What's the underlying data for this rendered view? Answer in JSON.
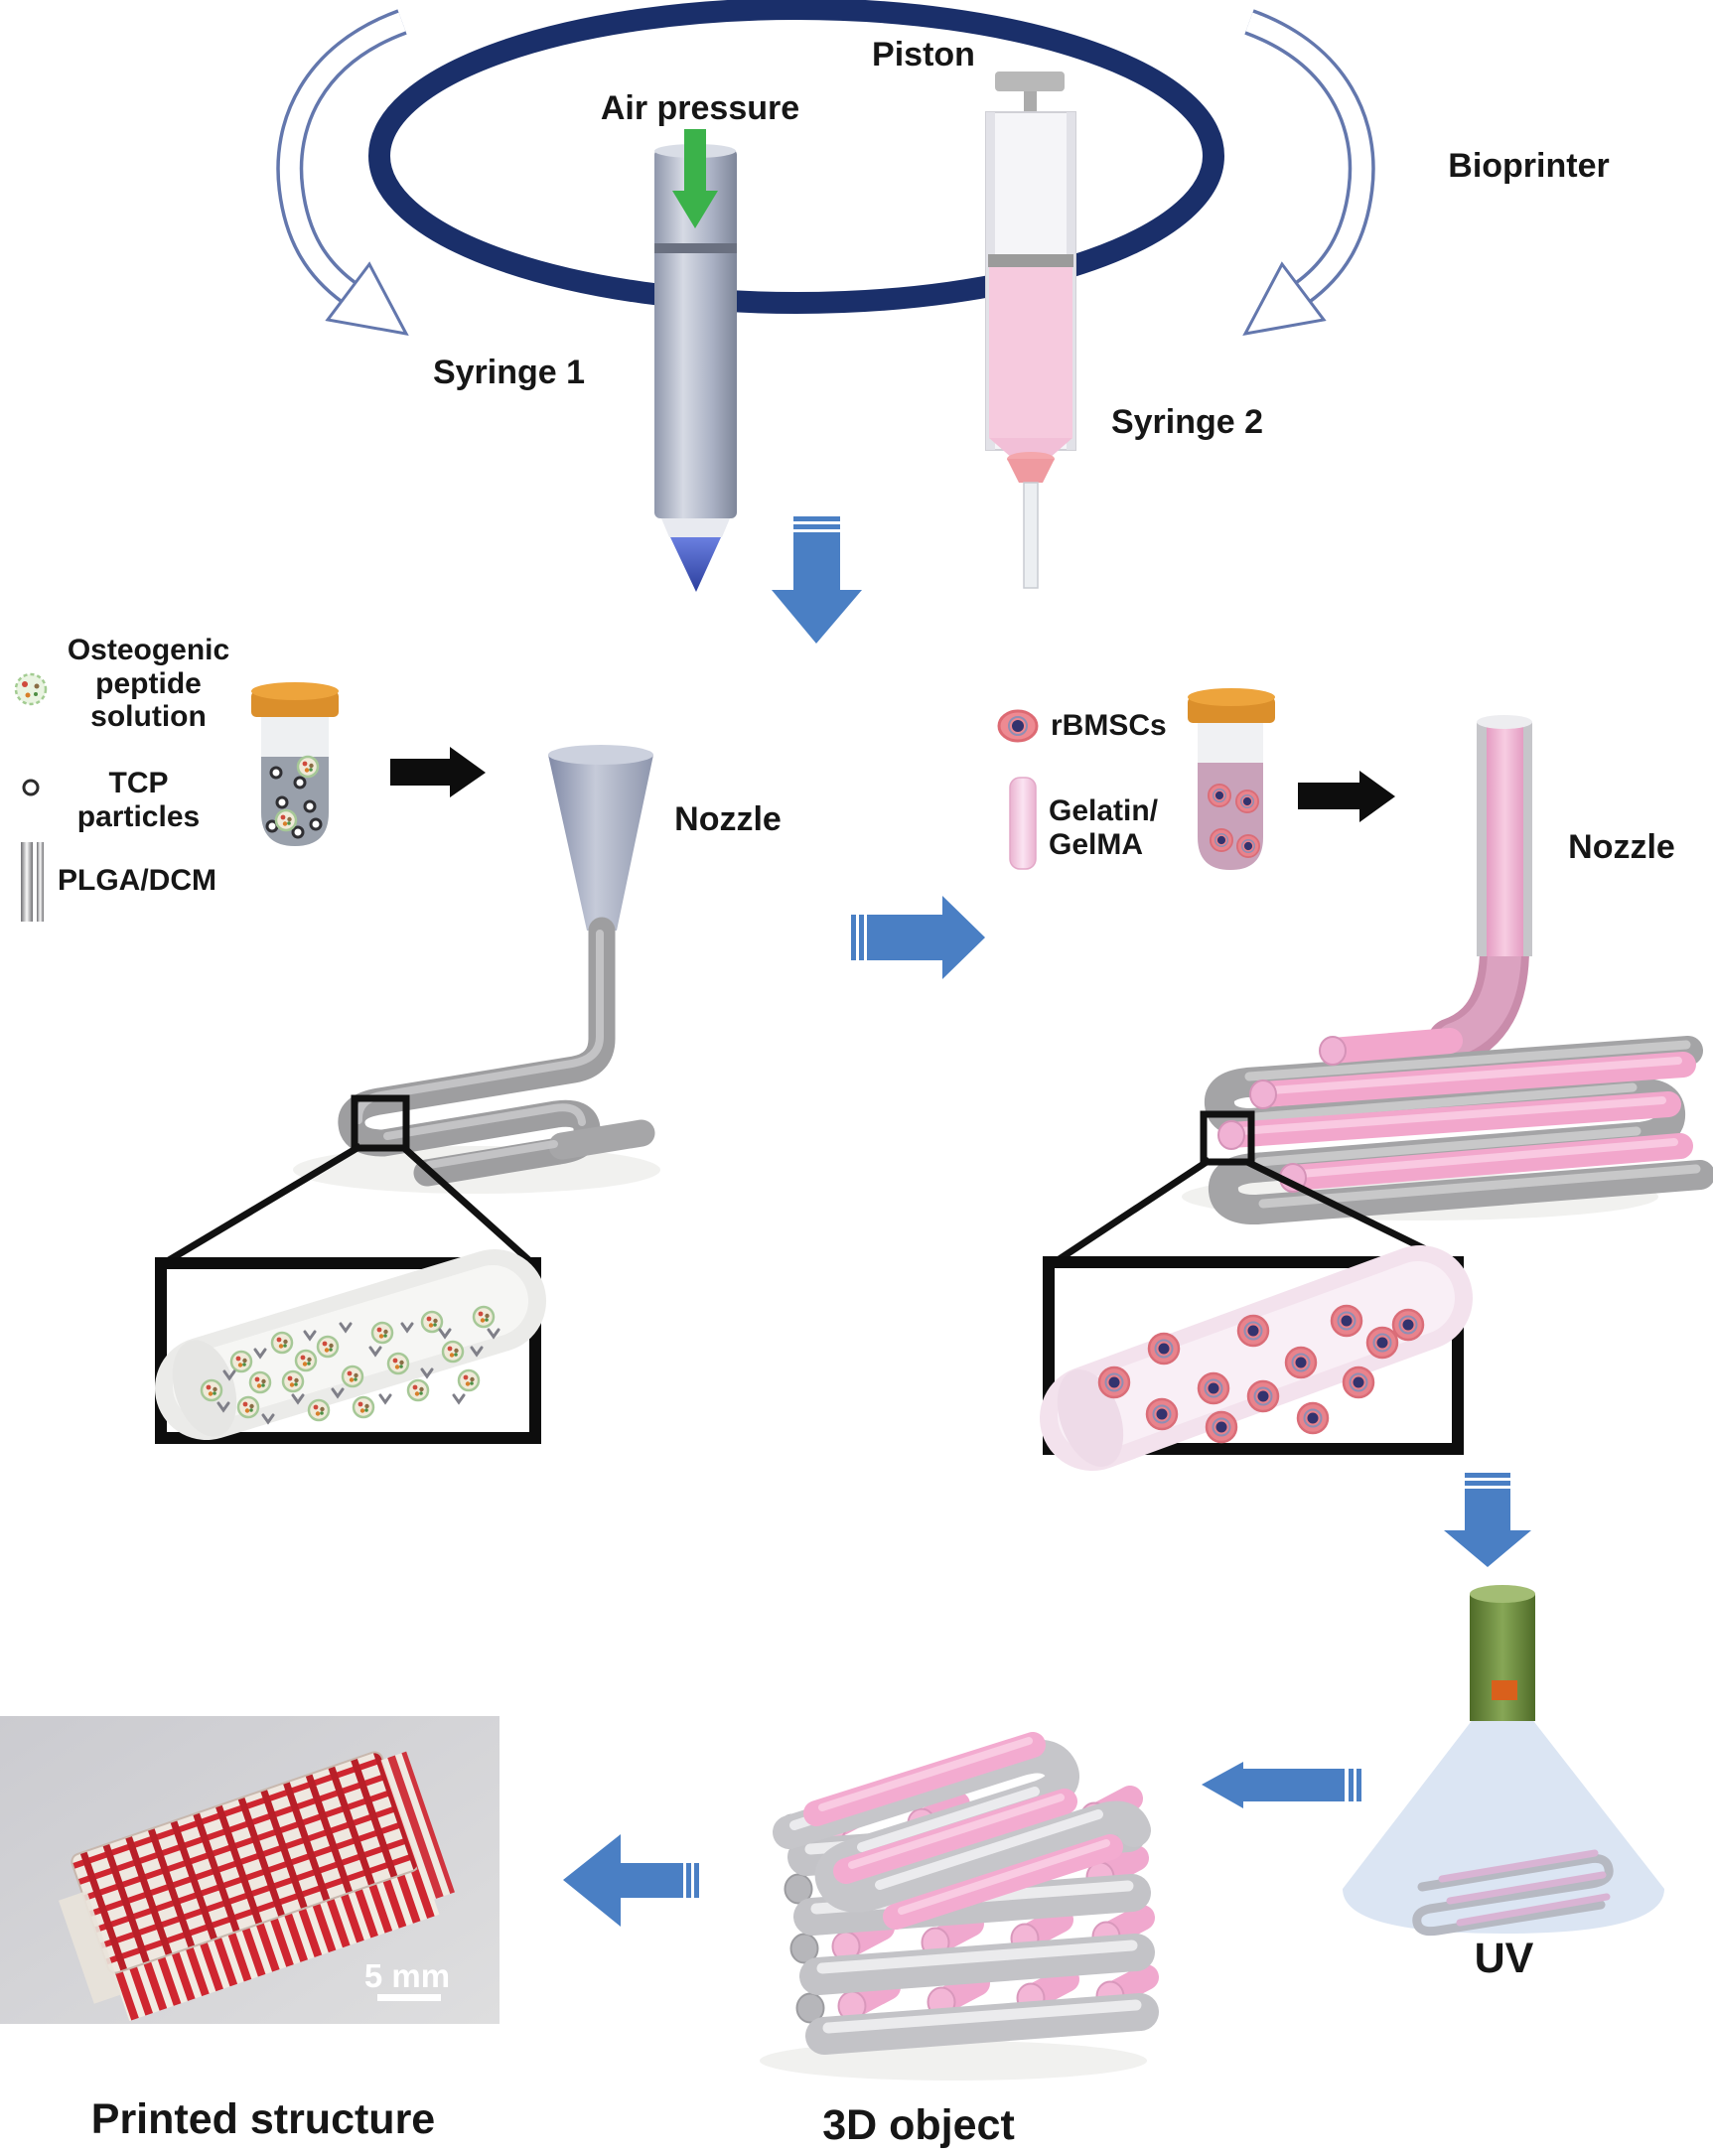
{
  "figure": {
    "bioprinter": {
      "title": "Bioprinter",
      "piston_label": "Piston",
      "air_pressure_label": "Air pressure",
      "syringe1_label": "Syringe 1",
      "syringe2_label": "Syringe 2"
    },
    "left_process": {
      "legend_peptide": "Osteogenic\npeptide\nsolution",
      "legend_tcp": "TCP\nparticles",
      "legend_plga": "PLGA/DCM",
      "nozzle_label": "Nozzle"
    },
    "right_process": {
      "legend_cells": "rBMSCs",
      "legend_gel": "Gelatin/\nGelMA",
      "nozzle_label": "Nozzle"
    },
    "outputs": {
      "uv_label": "UV",
      "object3d_label": "3D object",
      "printed_label": "Printed structure",
      "scale_bar_label": "5 mm"
    },
    "icons": [
      "rotation-arrow-left-icon",
      "rotation-arrow-right-icon",
      "air-pressure-arrow-icon",
      "flow-arrow-icon",
      "mixing-arrow-icon",
      "peptide-solution-icon",
      "tcp-particle-icon",
      "plga-dcm-bar-icon",
      "rbmsc-cell-icon",
      "gelatin-bar-icon",
      "zoom-square-icon",
      "uv-lamp-icon",
      "scale-bar-icon"
    ],
    "colors": {
      "navy_ellipse": "#1a2f6a",
      "rotation_arrow_outline": "#6377ad",
      "flow_arrow_blue": "#4a7fc4",
      "air_pressure_green": "#3bb24a",
      "black_arrow": "#0d0d0d",
      "tube_cap_orange": "#db8f2b",
      "gray_strand": "#a2a2a4",
      "pink_strand": "#f2a7cc",
      "cell_pink": "#e9838c",
      "cell_nucleus": "#33336e",
      "syringe1_blue_tip": "#3d55c9",
      "syringe2_liquid_pink": "#f6cade",
      "uv_lamp_green": "#6d8f3d",
      "uv_button_orange": "#d9601c",
      "uv_light_cone": "#dbe5f3",
      "photo_background": "#d0d0d4",
      "printed_red": "#cf2630"
    }
  }
}
